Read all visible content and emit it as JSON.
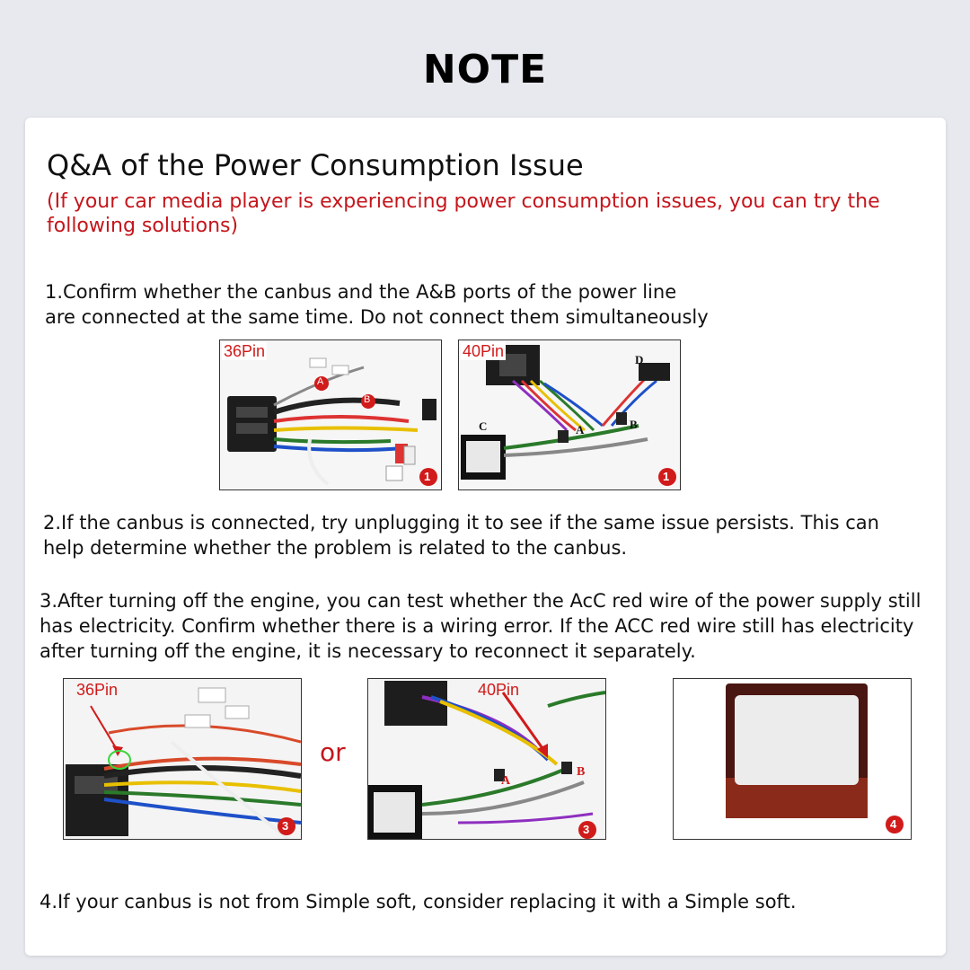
{
  "heading": "NOTE",
  "card": {
    "title": "Q&A of the Power Consumption Issue",
    "subtitle": "(If your car media player is experiencing power consumption issues, you can try the following solutions)",
    "step1": "1.Confirm whether the canbus and the A&B ports of the power line are connected at the same time. Do not connect them simultaneously",
    "step2": "2.If the canbus is connected, try unplugging it to see if the same issue persists. This can help determine whether the problem is related to the canbus.",
    "step3": "3.After turning off the engine, you can test whether the AcC red wire of the power supply still has electricity. Confirm whether there is a wiring error. If the ACC red wire still has electricity after turning off the engine, it is necessary to reconnect it separately.",
    "step4": "4.If your canbus is not from Simple soft, consider replacing it with a Simple soft."
  },
  "images": {
    "img1": {
      "pin_label": "36Pin",
      "badge": "1",
      "port_a": "A",
      "port_b": "B"
    },
    "img2": {
      "pin_label": "40Pin",
      "badge": "1",
      "port_a": "A",
      "port_b": "B",
      "port_c": "C",
      "port_d": "D"
    },
    "img3": {
      "pin_label": "36Pin",
      "badge": "3"
    },
    "img4": {
      "pin_label": "40Pin",
      "badge": "3",
      "port_a": "A",
      "port_b": "B"
    },
    "img5": {
      "badge": "4"
    },
    "or_text": "or"
  },
  "colors": {
    "accent_red": "#c4161c",
    "badge_red": "#d11a1a",
    "background": "#e7e9ef"
  }
}
